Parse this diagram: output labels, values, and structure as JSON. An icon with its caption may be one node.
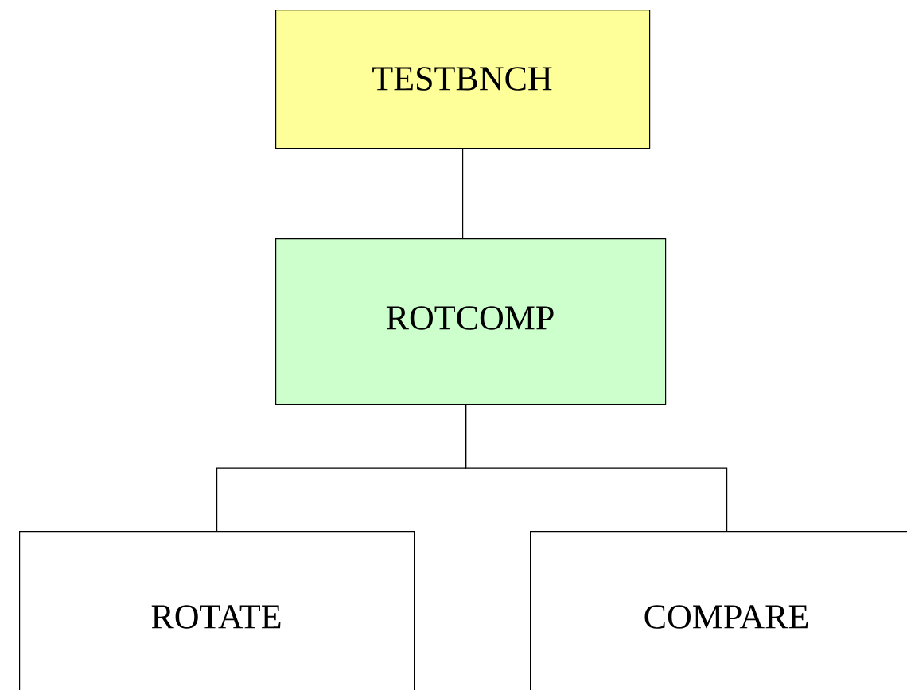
{
  "diagram": {
    "nodes": [
      {
        "text": [
          "TESTBNCH"
        ]
      },
      {
        "text": [
          "ROTCOMP"
        ]
      },
      {
        "text": [
          "ROTATE"
        ]
      },
      {
        "text": [
          "COMPARE"
        ]
      }
    ],
    "edges": [
      {
        "from": 0,
        "to": 1,
        "arrow": "none"
      },
      {
        "from": 1,
        "to": 2,
        "arrow": "none"
      },
      {
        "from": 1,
        "to": 3,
        "arrow": "none"
      }
    ]
  }
}
